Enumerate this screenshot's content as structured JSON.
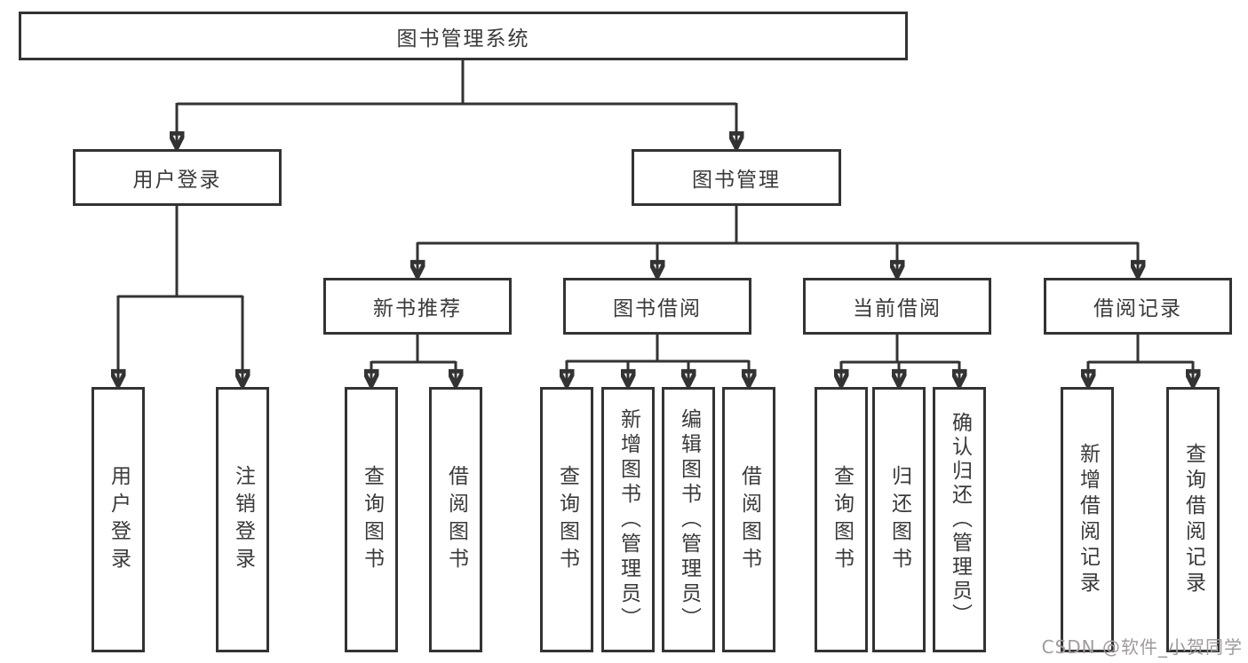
{
  "theme": {
    "line_color": "#333333",
    "text_color": "#3a3a3a",
    "watermark_color": "#a09a9a",
    "background": "#ffffff"
  },
  "diagram": {
    "root_label": "图书管理系统",
    "branches": {
      "user_login": {
        "label": "用户登录",
        "children": [
          "用户登录",
          "注销登录"
        ]
      },
      "book_mgmt": {
        "label": "图书管理",
        "sections": {
          "new_book": {
            "label": "新书推荐",
            "children": [
              "查询图书",
              "借阅图书"
            ]
          },
          "book_borrow": {
            "label": "图书借阅",
            "children": [
              "查询图书",
              "新增图书（管理员）",
              "编辑图书（管理员）",
              "借阅图书"
            ]
          },
          "current_borrow": {
            "label": "当前借阅",
            "children": [
              "查询图书",
              "归还图书",
              "确认归还（管理员）"
            ]
          },
          "borrow_records": {
            "label": "借阅记录",
            "children": [
              "新增借阅记录",
              "查询借阅记录"
            ]
          }
        }
      }
    }
  },
  "watermark": {
    "text": "CSDN @软件_小贺同学",
    "color": "#a09a9a"
  }
}
